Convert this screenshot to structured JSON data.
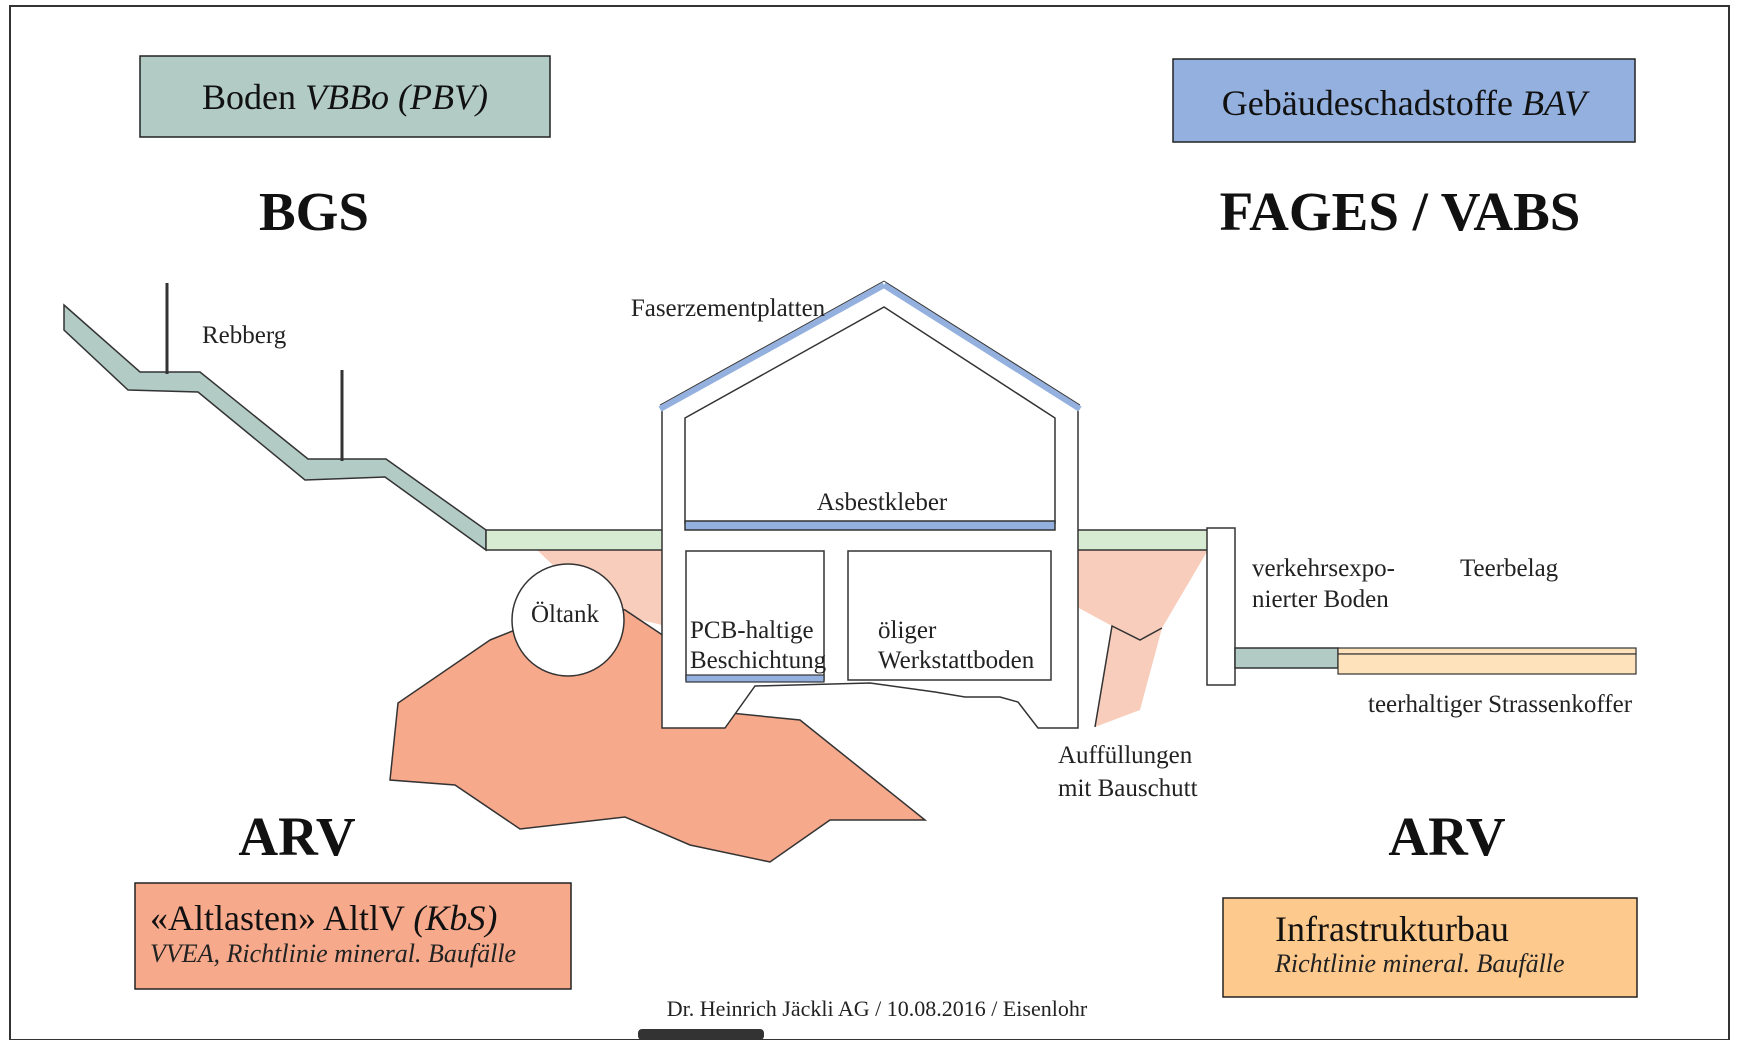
{
  "boxes": {
    "boden": {
      "text": "Boden ",
      "italic": "VBBo (PBV)",
      "fill": "#b2cbc4"
    },
    "gebaeude": {
      "text": "Gebäudeschadstoffe ",
      "italic": "BAV",
      "fill": "#93b0de"
    },
    "altlasten": {
      "text": "«Altlasten» AltlV ",
      "italic": "(KbS)",
      "sub": "VVEA, Richtlinie mineral. Baufälle",
      "fill": "#f7a98c"
    },
    "infra": {
      "text": "Infrastrukturbau",
      "sub": "Richtlinie mineral. Baufälle",
      "fill": "#fdc98c"
    }
  },
  "headings": {
    "bgs": "BGS",
    "fages": "FAGES / VABS",
    "arv_left": "ARV",
    "arv_right": "ARV"
  },
  "labels": {
    "rebberg": "Rebberg",
    "faserzement": "Faserzementplatten",
    "asbestkleber": "Asbestkleber",
    "oeltank": "Öltank",
    "pcb_1": "PCB-haltige",
    "pcb_2": "Beschichtung",
    "oeliger_1": "öliger",
    "oeliger_2": "Werkstattboden",
    "verkehr_1": "verkehrsexpo-",
    "verkehr_2": "nierter Boden",
    "teerbelag": "Teerbelag",
    "strassenkoffer": "teerhaltiger Strassenkoffer",
    "auffuell_1": "Auffüllungen",
    "auffuell_2": "mit Bauschutt"
  },
  "footer": "Dr. Heinrich Jäckli AG / 10.08.2016 / Eisenlohr",
  "colors": {
    "soil_green": "#b2cbc4",
    "surface_green": "#d6ebd2",
    "contamination_light": "#f9cdbb",
    "contamination_dark": "#f7a98c",
    "coating_blue": "#93b0de",
    "tar_orange": "#fde2bb"
  }
}
